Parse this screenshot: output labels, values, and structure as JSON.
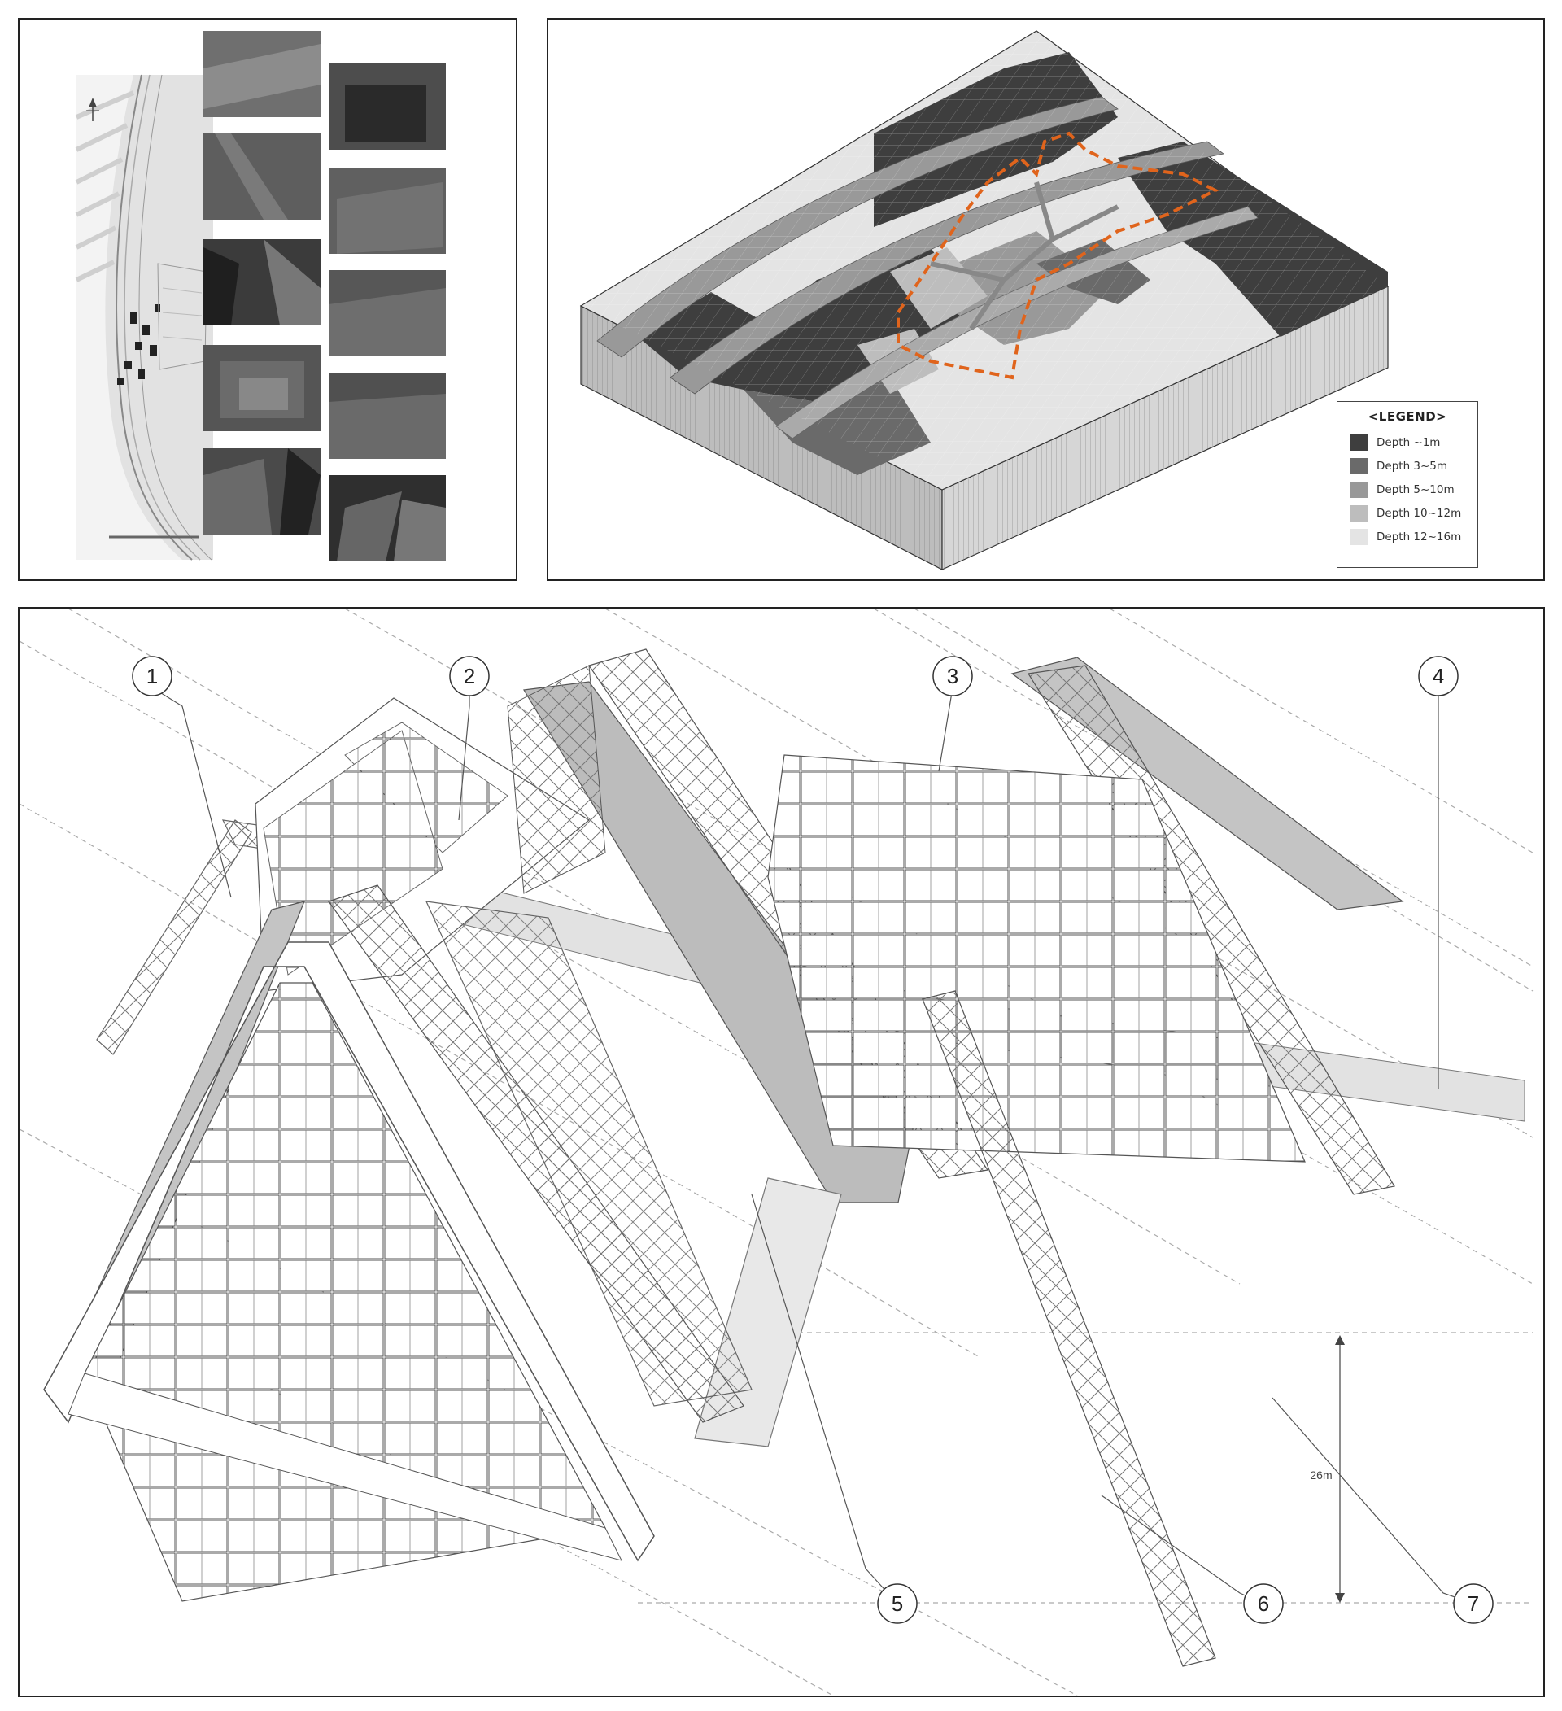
{
  "survey_panel": {
    "photo_captions": [
      "",
      "",
      "",
      "",
      "",
      "",
      "",
      "",
      "",
      "",
      "",
      ""
    ]
  },
  "depth_panel": {
    "legend": {
      "title": "<LEGEND>",
      "items": [
        {
          "label": "Depth ~1m",
          "color": "#3e3e3e"
        },
        {
          "label": "Depth 3~5m",
          "color": "#6a6a6a"
        },
        {
          "label": "Depth 5~10m",
          "color": "#999999"
        },
        {
          "label": "Depth 10~12m",
          "color": "#bdbdbd"
        },
        {
          "label": "Depth 12~16m",
          "color": "#e4e4e4"
        }
      ]
    },
    "boundary_color": "#e0641c"
  },
  "section_panel": {
    "callouts": [
      "1",
      "2",
      "3",
      "4",
      "5",
      "6",
      "7"
    ],
    "dimension_label": "26m"
  }
}
